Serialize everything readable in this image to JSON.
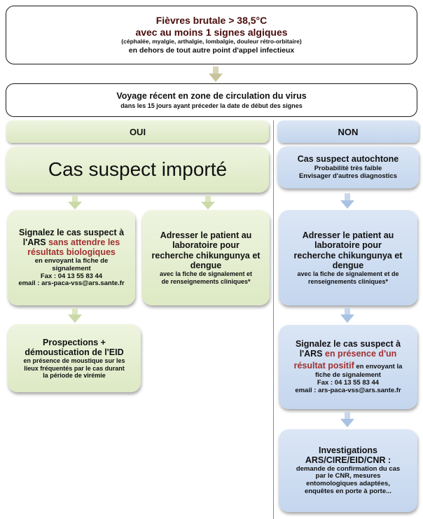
{
  "top_box": {
    "line1": "Fièvres brutale > 38,5°C",
    "line2": "avec au moins 1 signes algiques",
    "line3": "(céphalée, myalgie, arthalgie, lombalgie, douleur rétro-orbitaire)",
    "line4": "en dehors de tout autre point d'appel infectieux"
  },
  "travel_box": {
    "title": "Voyage récent en zone de circulation du virus",
    "subtitle": "dans les 15 jours ayant préceder la date de début des signes"
  },
  "branches": {
    "yes_label": "OUI",
    "no_label": "NON"
  },
  "imported": {
    "title": "Cas suspect importé",
    "report_box": {
      "line1": "Signalez le cas suspect à",
      "line2_prefix": "l'ARS ",
      "line2_highlight": "sans attendre les",
      "line3_highlight": "résultats biologiques",
      "line4": "en envoyant la fiche de",
      "line5": "signalement",
      "fax": "Fax : 04 13 55 83 44",
      "email": "email : ars-paca-vss@ars.sante.fr"
    },
    "lab_box": {
      "line1": "Adresser le patient au",
      "line2": "laboratoire pour",
      "line3": "recherche chikungunya et",
      "line4": "dengue",
      "line5": "avec la fiche de signalement et",
      "line6": "de renseignements cliniques*"
    },
    "prospect_box": {
      "line1": "Prospections +",
      "line2": "démoustication de l'EID",
      "line3": "en présence de moustique sur les",
      "line4": "lieux fréquentés par le cas durant",
      "line5": "la période de virémie"
    }
  },
  "autochthonous": {
    "head_box": {
      "title": "Cas suspect autochtone",
      "line2": "Probabilité très faible",
      "line3": "Envisager d'autres diagnostics"
    },
    "lab_box": {
      "line1": "Adresser le patient au",
      "line2": "laboratoire pour",
      "line3": "recherche chikungunya et",
      "line4": "dengue",
      "line5": "avec la fiche de signalement et de",
      "line6": "renseignements cliniques*"
    },
    "report_box": {
      "line1": "Signalez le cas suspect à",
      "line2_prefix": "l'ARS ",
      "line2_highlight": "en présence d'un",
      "line3_highlight": "résultat positif",
      "line3_suffix": " en envoyant la",
      "line4": "fiche de signalement",
      "fax": "Fax : 04 13 55 83 44",
      "email": "email : ars-paca-vss@ars.sante.fr"
    },
    "investigation_box": {
      "line1": "Investigations",
      "line2": "ARS/CIRE/EID/CNR :",
      "line3": "demande de confirmation du cas",
      "line4": "par le CNR, mesures",
      "line5": "entomologiques adaptées,",
      "line6": "enquêtes en porte à porte..."
    }
  },
  "colors": {
    "green_fill": "#dde9c4",
    "blue_fill": "#c4d6ee",
    "highlight_red": "#a13030",
    "title_maroon": "#4a0c0c"
  }
}
